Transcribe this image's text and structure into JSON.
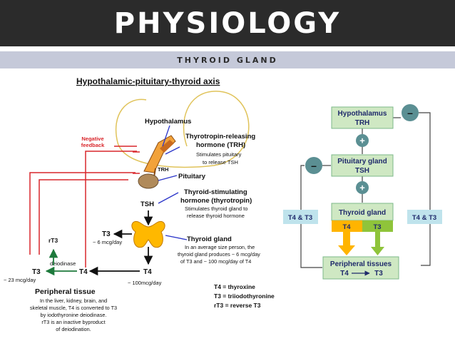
{
  "header": {
    "title": "PHYSIOLOGY",
    "subtitle": "THYROID GLAND"
  },
  "left": {
    "heading": "Hypothalamic-pituitary-thyroid axis",
    "negative_feedback": [
      "Negative",
      "feedback"
    ],
    "hypothalamus": "Hypothalamus",
    "trh_name": [
      "Thyrotropin-releasing",
      "hormone (TRH)"
    ],
    "trh_note": [
      "Stimulates pituitary",
      "to release TSH"
    ],
    "trh_label": "TRH",
    "pituitary": "Pituitary",
    "tsh_name": [
      "Thyroid-stimulating",
      "hormone (thyrotropin)"
    ],
    "tsh_note": [
      "Stimulates thyroid gland to",
      "release thyroid hormone"
    ],
    "tsh_label": "TSH",
    "t3_top": "T3",
    "t3_rate": "~ 6 mcg/day",
    "rt3": "rT3",
    "deiodinase": "deiodinase",
    "t3_left": "T3",
    "t4_mid": "T4",
    "t4_bottom": "T4",
    "t3_left_rate": "~ 23 mcg/day",
    "t4_rate": "~ 100mcg/day",
    "thyroid_gland": "Thyroid gland",
    "thyroid_note": [
      "In an average size person, the",
      "thyroid gland produces ~ 6 mcg/day",
      "of T3 and ~ 100 mcg/day of T4"
    ],
    "peripheral_tissue": "Peripheral tissue",
    "peripheral_note": [
      "In the liver, kidney, brain, and",
      "skeletal muscle, T4 is converted to T3",
      "by iodothyronine deiodinase.",
      "rT3 is an inactive byproduct",
      "of deiodination."
    ],
    "legend": [
      "T4 = thyroxine",
      "T3 = triiodothyronine",
      "rT3 = reverse T3"
    ]
  },
  "right": {
    "hypothalamus": [
      "Hypothalamus",
      "TRH"
    ],
    "minus_top": "–",
    "plus1": "+",
    "pituitary": [
      "Pituitary gland",
      "TSH"
    ],
    "minus_left": "–",
    "plus2": "+",
    "thyroid": "Thyroid gland",
    "t4": "T4",
    "t3": "T3",
    "t4t3_left": "T4 & T3",
    "t4t3_right": "T4 & T3",
    "peripheral": "Peripheral tissues",
    "conversion": [
      "T4",
      "T3"
    ]
  },
  "colors": {
    "header_bg": "#2b2b2b",
    "subbar_bg": "#c5c9d9",
    "red_line": "#d9262b",
    "feedback_loop": "#e0c35a",
    "blue_pointer": "#2b35c9",
    "rt3_arrow": "#1e7a3c",
    "box_green": "#cfe8c3",
    "box_border": "#7cb98a",
    "box_text": "#1f2a6b",
    "side_box": "#bfe3ec",
    "circle": "#5b8f93",
    "t4_orange": "#ffb400",
    "t3_green": "#8fc43a",
    "thyroid_gold": "#ffb800",
    "pituitary_tan": "#b08a5a"
  }
}
